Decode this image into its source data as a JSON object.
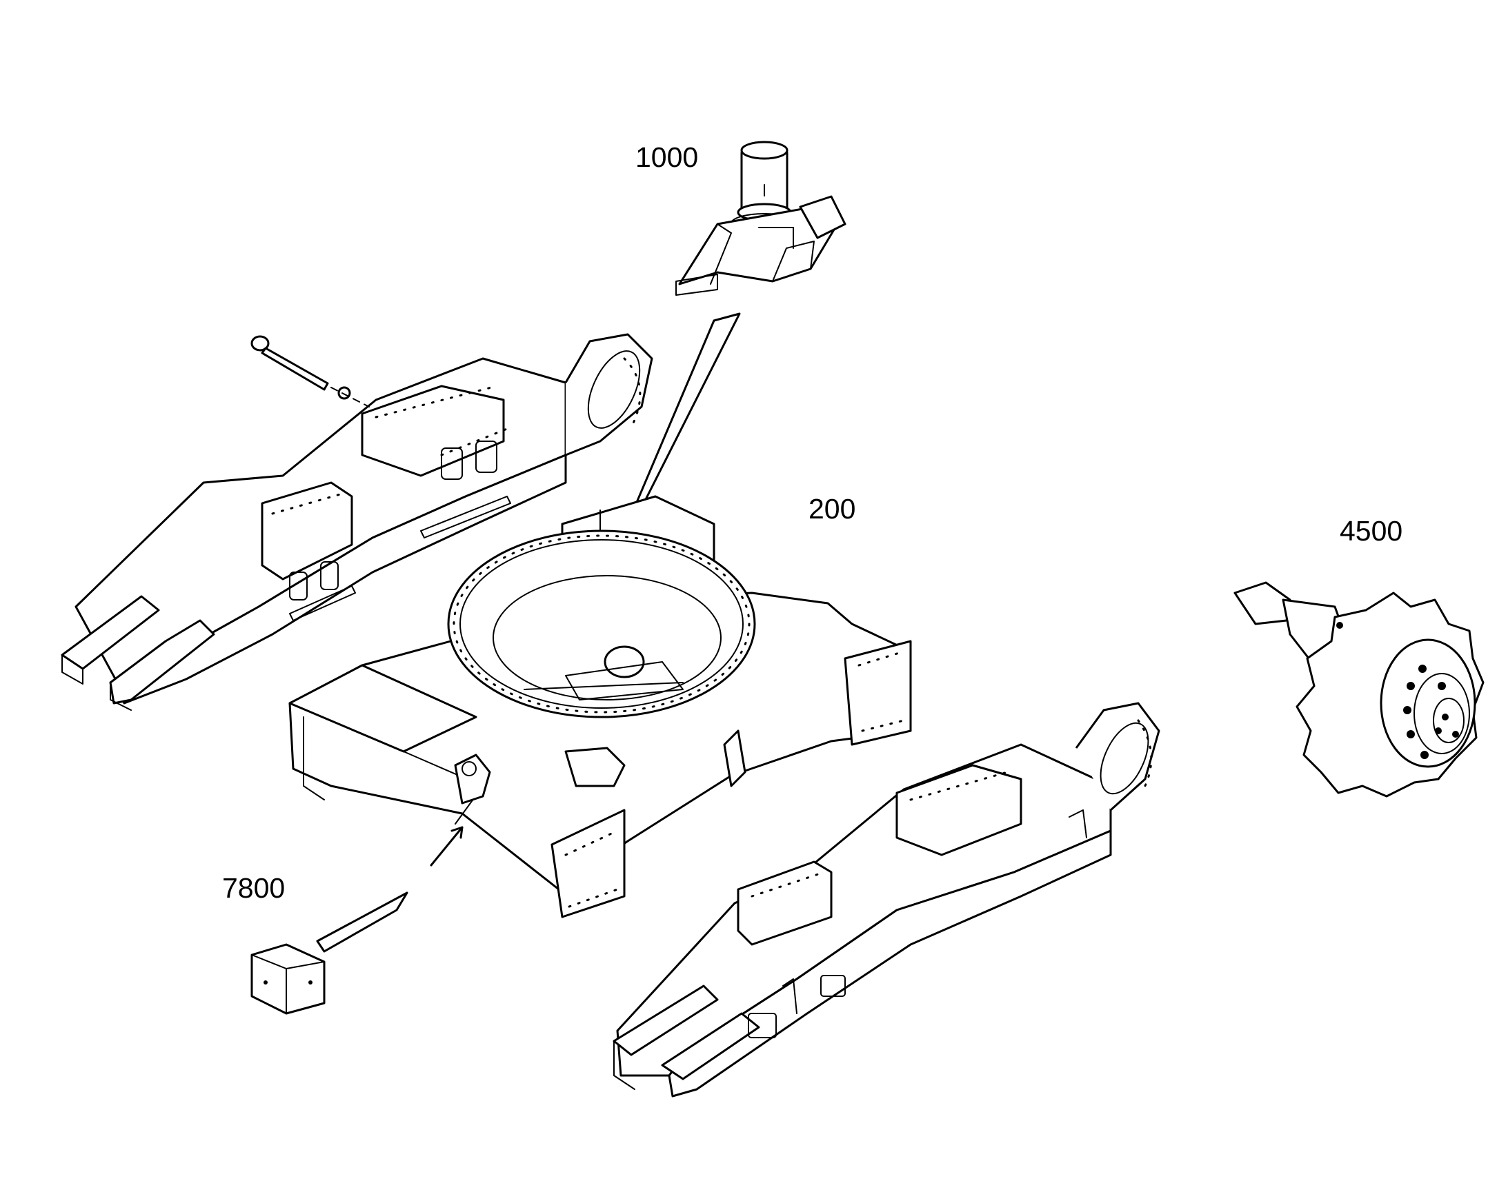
{
  "diagram": {
    "callouts": {
      "pin_assembly": "1000",
      "center_frame": "200",
      "drive_sprocket": "4500",
      "block": "7800"
    }
  }
}
